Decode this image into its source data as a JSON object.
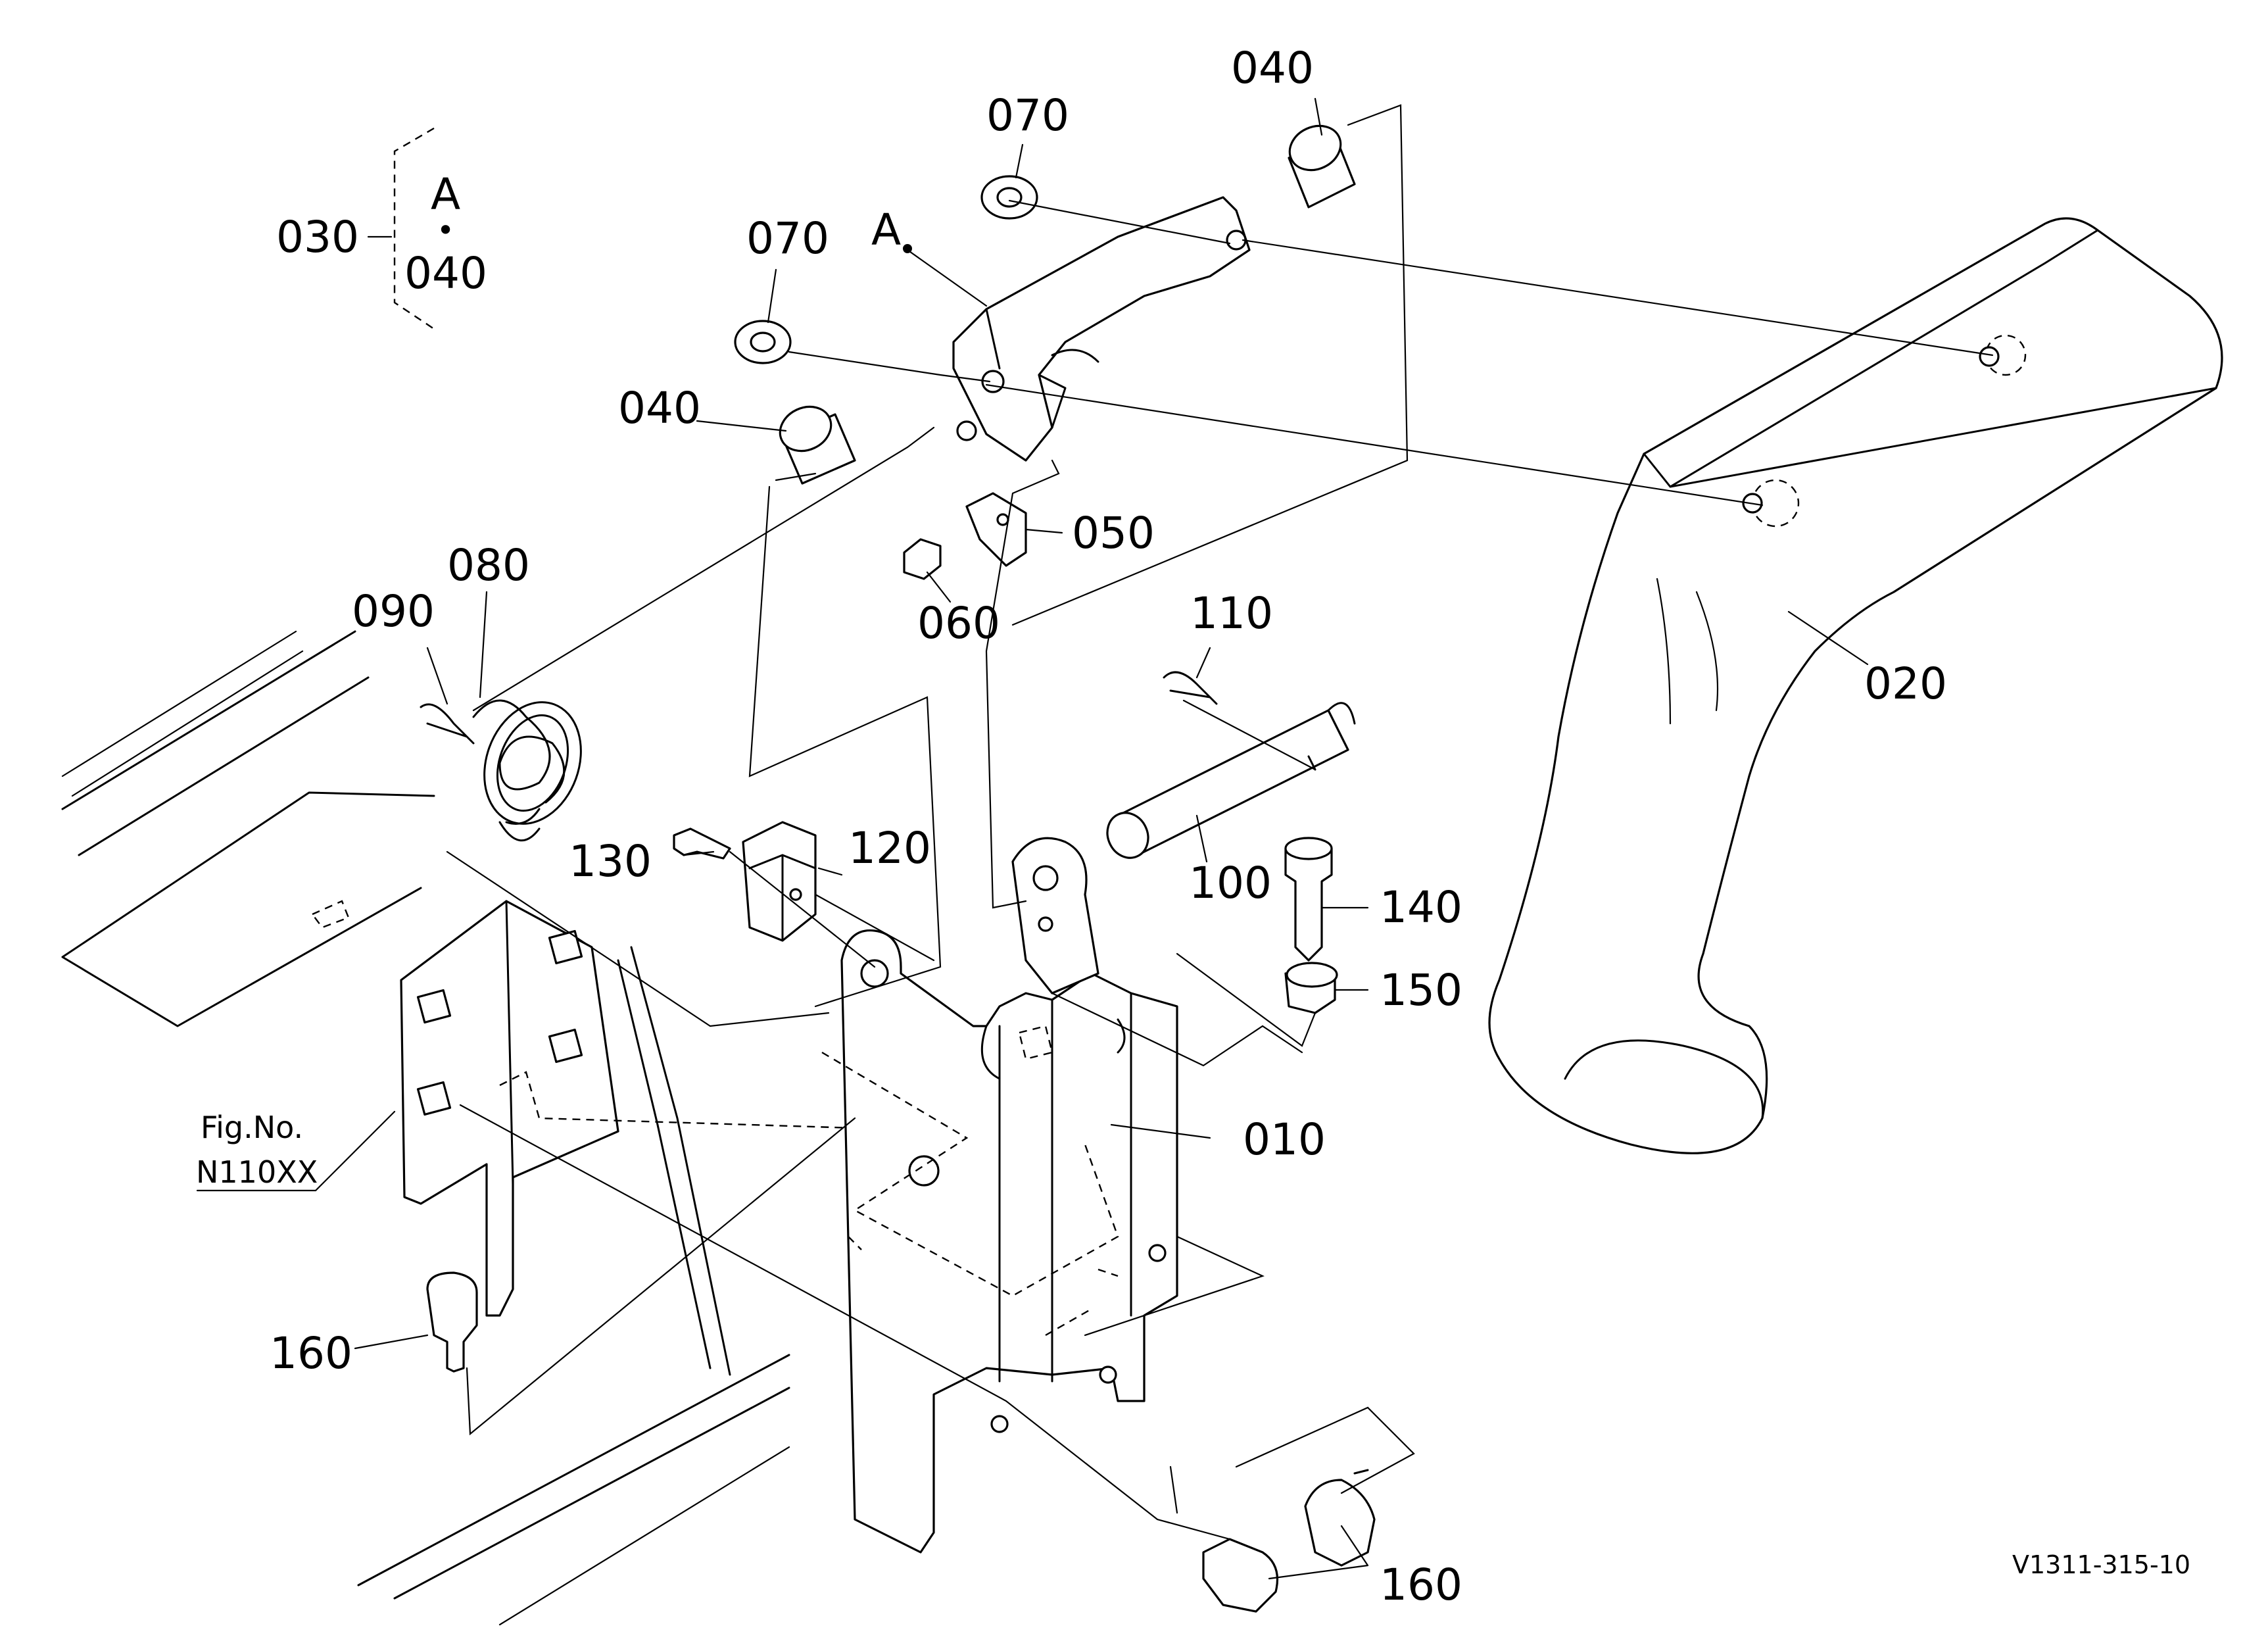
{
  "callouts": {
    "p010": "010",
    "p020": "020",
    "p030": "030",
    "p040_left": "040",
    "p040_top": "040",
    "p050": "050",
    "p060": "060",
    "p070_left": "070",
    "p070_top": "070",
    "p080": "080",
    "p090": "090",
    "p100": "100",
    "p110": "110",
    "p120": "120",
    "p130": "130",
    "p140": "140",
    "p150": "150",
    "p160_left": "160",
    "p160_bottom": "160"
  },
  "set_note": {
    "marker": "A",
    "dot": "•",
    "member": "040"
  },
  "pointer_mark": "A",
  "figure_ref": {
    "line1": "Fig.No.",
    "line2": "N110XX"
  },
  "drawing_code": "V1311-315-10"
}
